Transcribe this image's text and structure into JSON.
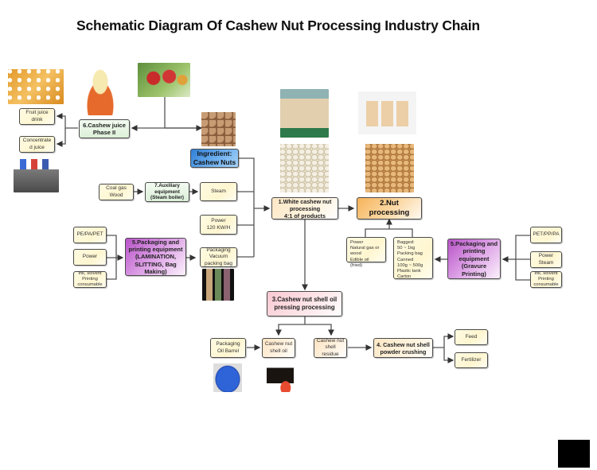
{
  "title": "Schematic Diagram Of Cashew Nut Processing Industry Chain",
  "nodes": {
    "fruit_juice_drink": "Fruit juice drink",
    "concentrated_juice": "Concentrate\nd juice",
    "cashew_juice": "6.Cashew juice\nPhase II",
    "ingredient": "Ingredient:\nCashew Nuts",
    "coal_gas": "Coal gas\nWood",
    "auxiliary": "7.Auxiliary\nequipment\n(Steam boiler)",
    "steam": "Steam",
    "power_120": "Power\n120 KW/H",
    "packaging_vacuum": "Packaging\nVacuum\npacking bag",
    "left_pe": "PE/PA/PET",
    "left_power": "Power",
    "left_ink": "Ink, solvent\nPrinting\nconsumable",
    "packaging_lamination": "5.Packaging and\nprinting equipment\n(LAMINATION,\nSLITTING, Bag\nMaking)",
    "white_cashew": "1.White cashew nut\nprocessing\n4:1 of products",
    "nut_processing": "2.Nut processing",
    "nut_power": "Power\nNatural gas or\nwood\nEdible oil (fried)",
    "bagged": "Bagged:\n50 ~ 1kg\nPacking bag\nCanned\n100g ~ 500g\nPlastic tank\nCarton",
    "packaging_gravure": "5.Packaging and\nprinting\nequipment\n(Gravure\nPrinting)",
    "right_pet": "PET/PP/PA",
    "right_power": "Power\nSteam",
    "right_ink": "Ink, solvent\nPrinting\nconsumable",
    "shell_oil_pressing": "3.Cashew nut shell oil\npressing processing",
    "oil_barrel": "Packaging\nOil Barrel",
    "shell_oil": "Cashew nut\nshell oil",
    "shell_residue": "Cashew nut\nshell residue",
    "powder_crushing": "4. Cashew nut shell\npowder crushing",
    "feed": "Feed",
    "fertilizer": "Fertilizer"
  },
  "photos": {
    "juice_bottles": "juice bottles",
    "juice_glass": "cashew juice glass",
    "cashew_tree": "cashew apples on tree",
    "raw_nuts": "raw cashew nuts",
    "juice_bags": "juice bag packaging",
    "vacuum_bags": "vacuum packed bags",
    "pallets": "palletized cartons",
    "white_kernels": "white cashew kernels",
    "retail_bags": "retail nut bags",
    "roasted_kernels": "roasted cashew kernels",
    "oil_barrel": "blue oil barrel",
    "shell_oil_glass": "cashew shell oil"
  },
  "colors": {
    "connector": "#4a4a4a",
    "ingredient": "#2f7fd6",
    "nut_processing": "#f6b35a",
    "packaging": "#b853c8",
    "shell_oil_pressing": "#f9c9d2",
    "cashew_juice": "#dcefd8"
  }
}
